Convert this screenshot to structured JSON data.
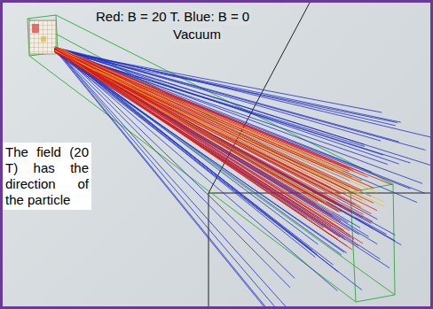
{
  "diagram": {
    "labels": [
      "Red: B = 20 T. Blue: B = 0",
      "Vacuum",
      "The field (20 T) has the direction of the particle"
    ]
  }
}
